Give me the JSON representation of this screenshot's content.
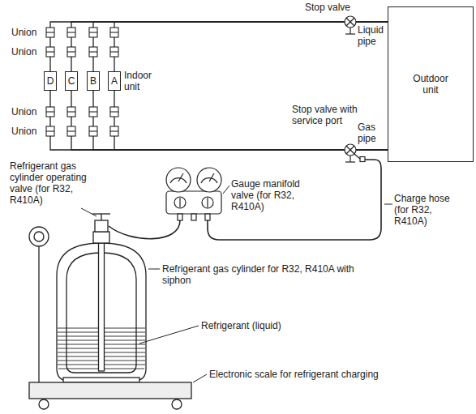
{
  "diagram": {
    "nodes": [
      {
        "text": [
          "D"
        ]
      },
      {
        "text": [
          "C"
        ]
      },
      {
        "text": [
          "B"
        ]
      },
      {
        "text": [
          "A"
        ]
      },
      {
        "text": [
          "Outdoor unit"
        ]
      }
    ],
    "edges": [
      {
        "from": 0,
        "to": 4,
        "arrow": "none"
      },
      {
        "from": 1,
        "to": 4,
        "arrow": "none"
      },
      {
        "from": 2,
        "to": 4,
        "arrow": "none"
      },
      {
        "from": 3,
        "to": 4,
        "arrow": "none"
      },
      {
        "from": 0,
        "to": 4,
        "arrow": "none"
      },
      {
        "from": 1,
        "to": 4,
        "arrow": "none"
      },
      {
        "from": 2,
        "to": 4,
        "arrow": "none"
      },
      {
        "from": 3,
        "to": 4,
        "arrow": "none"
      }
    ],
    "labels": [
      "Stop valve",
      "Liquid pipe",
      "Union",
      "Union",
      "Indoor unit",
      "Union",
      "Union",
      "Stop valve with service port",
      "Gas pipe",
      "Refrigerant gas cylinder operating valve (for R32, R410A)",
      "Gauge manifold valve (for R32, R410A)",
      "Charge hose (for R32, R410A)",
      "Refrigerant gas cylinder for R32, R410A with siphon",
      "Refrigerant (liquid)",
      "Electronic scale for refrigerant charging"
    ]
  }
}
